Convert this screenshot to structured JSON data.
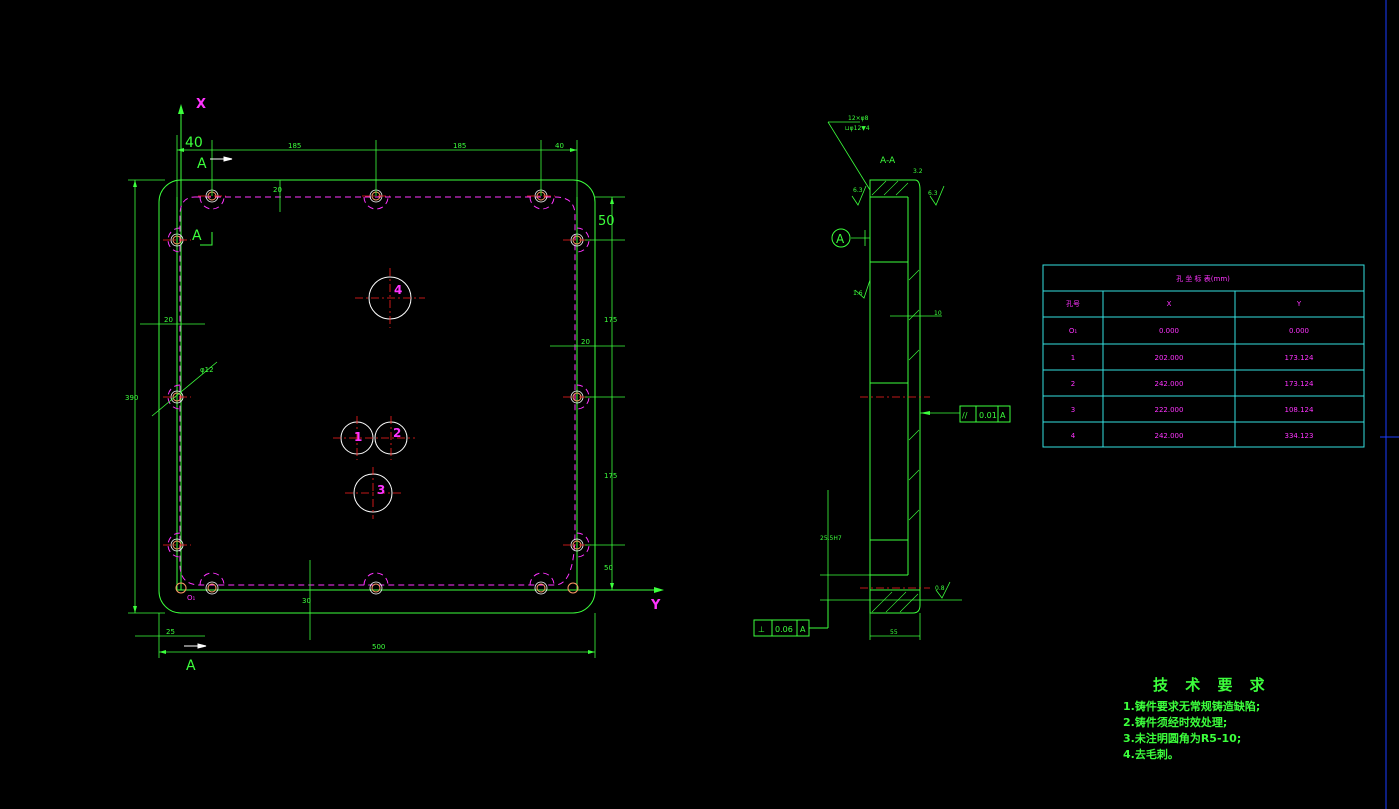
{
  "colors": {
    "background": "#000000",
    "outline": "#3cff3c",
    "annotation": "#ff33ff",
    "center": "#ff2020",
    "hole": "#ffffff",
    "table": "#33e0e0",
    "axis": "#ff33ff"
  },
  "plan_view": {
    "axis_x_label": "X",
    "axis_y_label": "Y",
    "section_marker": "A",
    "origin_label": "O₁",
    "hole_labels": [
      "1",
      "2",
      "3",
      "4"
    ],
    "dims": {
      "top_40": "40",
      "top_185_left": "185",
      "top_185_right": "185",
      "top_40_right": "40",
      "left_20": "20",
      "inner_20_top": "20",
      "right_50_top": "50",
      "right_175_top": "175",
      "right_175_bottom": "175",
      "right_50_bottom": "50",
      "right_20": "20",
      "left_360": "390",
      "bottom_30": "30",
      "bottom_25": "25",
      "bottom_500": "500",
      "diameter_note": "φ12"
    }
  },
  "section_view": {
    "title": "A-A",
    "callout_top": "12×φ8",
    "callout_top2": "⊔φ12▼4",
    "rough_left": "6.3",
    "rough_right": "6.3",
    "rough_side": "3.2",
    "rough_side2": "1.6",
    "rough_bottom": "0.8",
    "datum": "A",
    "dim_10": "10",
    "dim_55": "55",
    "dim_vertical": "25.5H7",
    "tol_parallel": {
      "symbol": "//",
      "value": "0.01",
      "datum": "A"
    },
    "tol_perp": {
      "symbol": "⊥",
      "value": "0.06",
      "datum": "A"
    }
  },
  "coord_table": {
    "title": "孔 坐 标 表(mm)",
    "headers": [
      "孔号",
      "X",
      "Y"
    ],
    "rows": [
      [
        "O₁",
        "0.000",
        "0.000"
      ],
      [
        "1",
        "202.000",
        "173.124"
      ],
      [
        "2",
        "242.000",
        "173.124"
      ],
      [
        "3",
        "222.000",
        "108.124"
      ],
      [
        "4",
        "242.000",
        "334.123"
      ]
    ]
  },
  "tech_requirements": {
    "title": "技 术 要 求",
    "notes": [
      "1.铸件要求无常规铸造缺陷;",
      "2.铸件须经时效处理;",
      "3.未注明圆角为R5-10;",
      "4.去毛刺。"
    ]
  }
}
